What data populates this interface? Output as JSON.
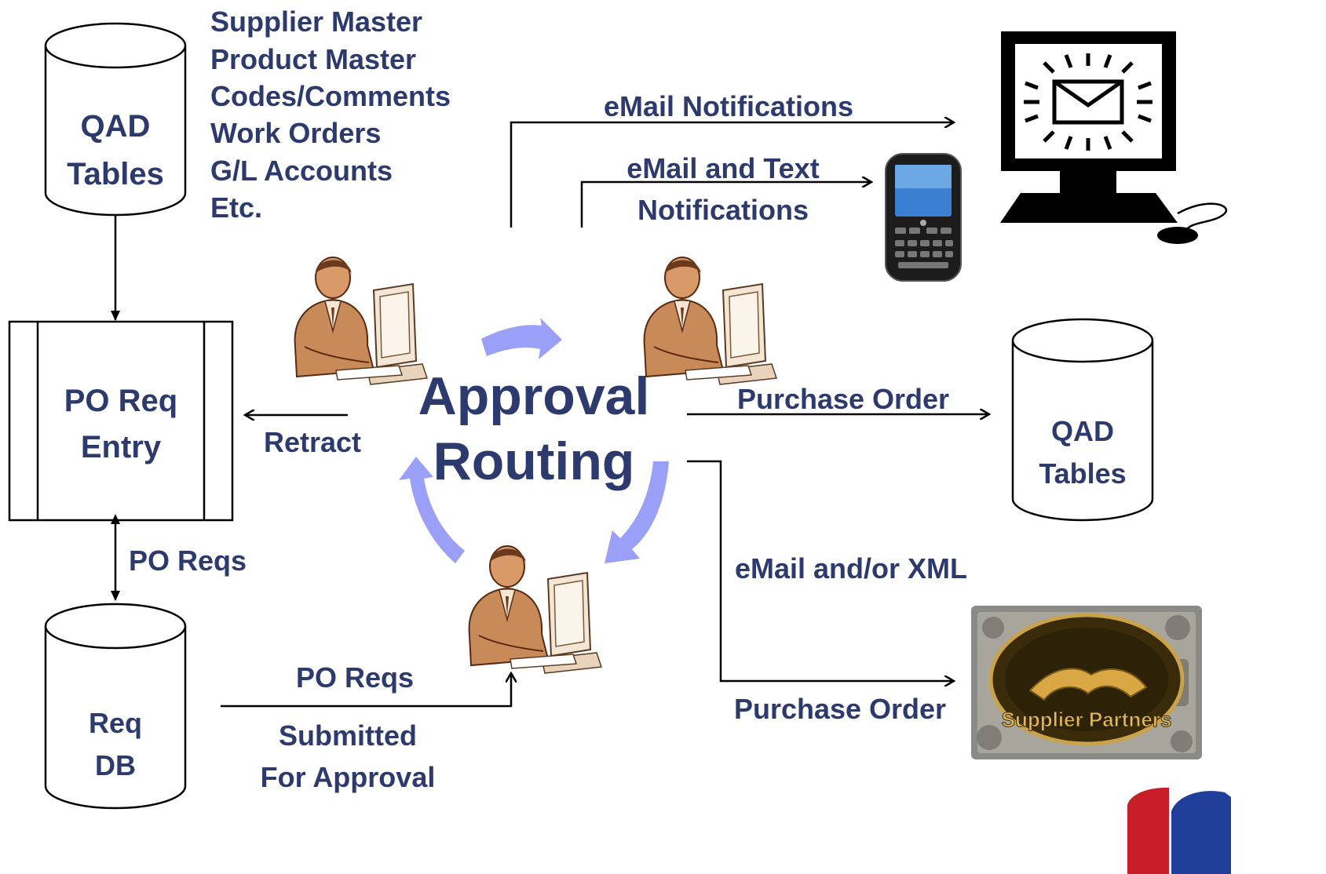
{
  "source_db": {
    "label_line1": "QAD",
    "label_line2": "Tables",
    "fields": [
      "Supplier Master",
      "Product Master",
      "Codes/Comments",
      "Work Orders",
      "G/L Accounts",
      "Etc."
    ]
  },
  "entry_box": {
    "line1": "PO Req",
    "line2": "Entry"
  },
  "req_db": {
    "line1": "Req",
    "line2": "DB"
  },
  "flows": {
    "po_reqs_side": "PO Reqs",
    "po_reqs_bottom": "PO Reqs",
    "submitted_line1": "Submitted",
    "submitted_line2": "For Approval",
    "retract": "Retract",
    "email_notifications": "eMail Notifications",
    "email_text_line1": "eMail and Text",
    "email_text_line2": "Notifications",
    "purchase_order_top": "Purchase Order",
    "email_xml": "eMail and/or XML",
    "purchase_order_bottom": "Purchase Order"
  },
  "center": {
    "line1": "Approval",
    "line2": "Routing"
  },
  "target_db": {
    "line1": "QAD",
    "line2": "Tables"
  },
  "supplier_badge": {
    "text": "Supplier Partners"
  },
  "colors": {
    "label": "#2d3a6e",
    "cycle_arrow": "#9aa0f7",
    "figure_skin": "#c98a5a",
    "figure_dark": "#6b3a1e"
  },
  "icons": [
    "person-at-computer-icon",
    "computer-monitor-email-icon",
    "smartphone-icon",
    "handshake-icon",
    "logo"
  ]
}
